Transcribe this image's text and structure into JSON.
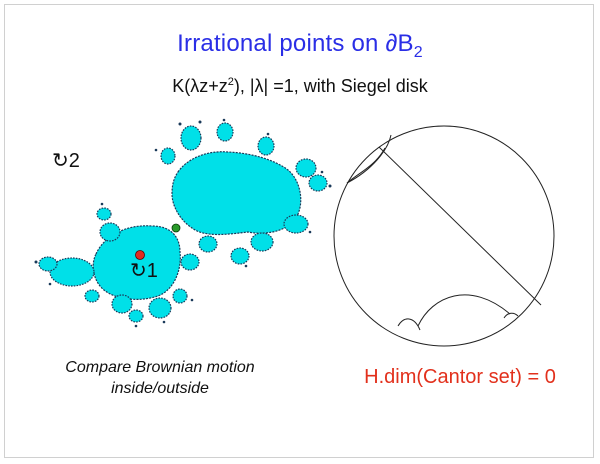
{
  "slide": {
    "title_main": "Irrational points on ∂B",
    "title_sub": "2",
    "subtitle_pre": "K(λz+z",
    "subtitle_sup": "2",
    "subtitle_post": "),   |λ| =1, with Siegel disk",
    "rotation_outer_label": "↻2",
    "rotation_inner_label": "↻1",
    "caption_line1": "Compare Brownian motion",
    "caption_line2": "inside/outside",
    "hdim_text": "H.dim(Cantor set) = 0"
  },
  "colors": {
    "title": "#2a2ee6",
    "fractal_fill": "#00e0e8",
    "fractal_edge": "#1a3a5a",
    "red_point": "#e22a20",
    "green_point": "#2a9a2a",
    "hdim": "#e2301c"
  }
}
